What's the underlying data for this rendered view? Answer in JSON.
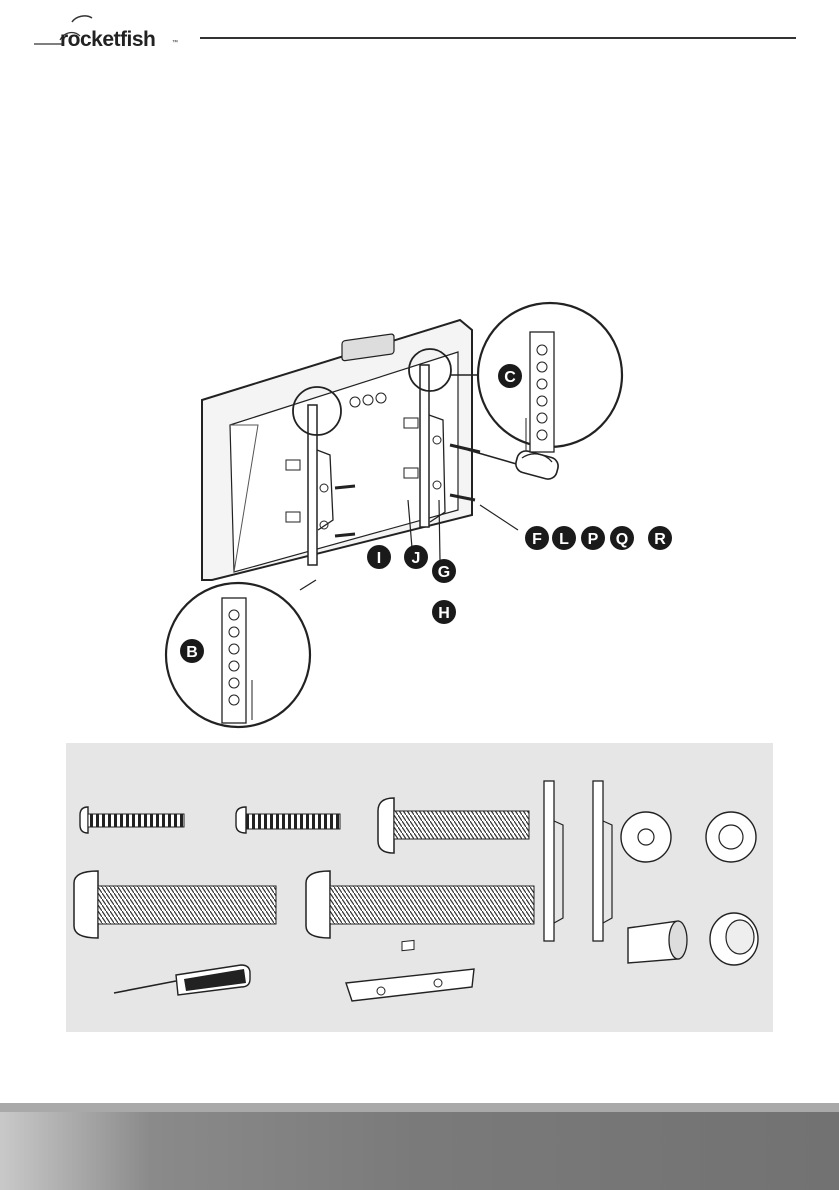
{
  "header": {
    "brand": "rocketfish",
    "trademark": "™"
  },
  "diagram": {
    "callouts": [
      "B",
      "C",
      "F",
      "L",
      "P",
      "Q",
      "R",
      "I",
      "J",
      "G",
      "H"
    ]
  },
  "colors": {
    "badge": "#1a1a1a",
    "parts_panel": "#e6e6e6",
    "footer": "#7a7a7a"
  }
}
